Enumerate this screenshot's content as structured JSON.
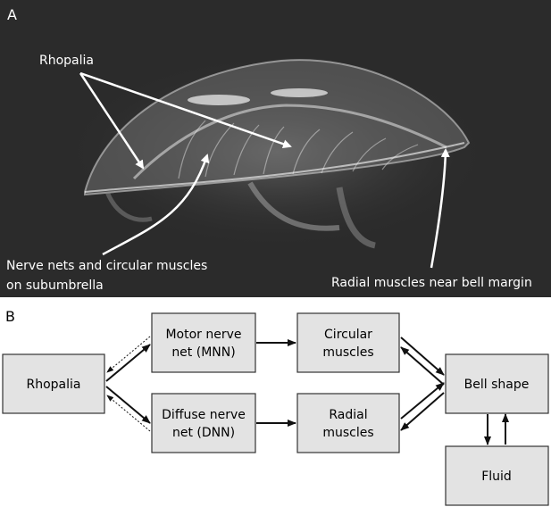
{
  "panel_a": {
    "label": "A",
    "annotations": {
      "rhopalia": "Rhopalia",
      "nerve_line1": "Nerve nets and circular muscles",
      "nerve_line2": "on subumbrella",
      "radial": "Radial muscles near bell margin"
    }
  },
  "panel_b": {
    "label": "B",
    "boxes": {
      "rhopalia": "Rhopalia",
      "mnn_line1": "Motor nerve",
      "mnn_line2": "net (MNN)",
      "dnn_line1": "Diffuse nerve",
      "dnn_line2": "net (DNN)",
      "circular_line1": "Circular",
      "circular_line2": "muscles",
      "radial_line1": "Radial",
      "radial_line2": "muscles",
      "bell": "Bell shape",
      "fluid": "Fluid"
    }
  },
  "colors": {
    "photo_bg": "#2b2b2b",
    "box_fill": "#e3e3e3",
    "box_stroke": "#333333",
    "arrow": "#111111"
  }
}
